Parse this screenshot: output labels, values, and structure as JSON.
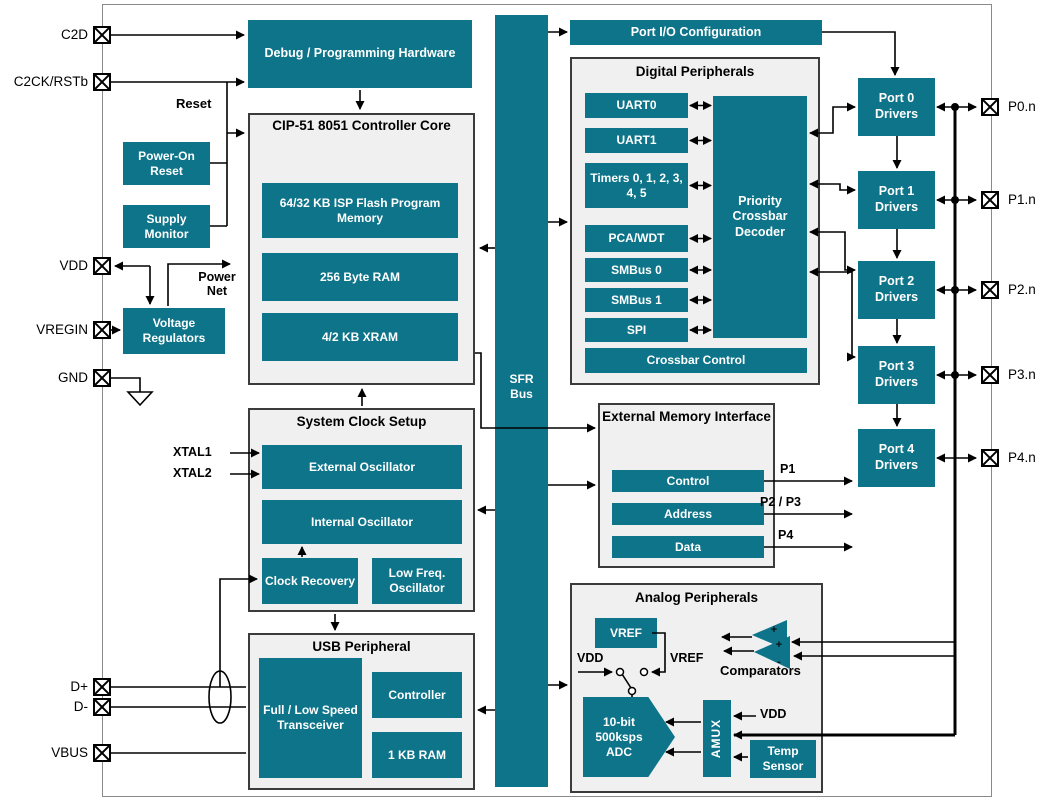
{
  "colors": {
    "teal": "#0d7489",
    "block_fill": "#f0f0f0"
  },
  "pins_left": [
    {
      "label": "C2D"
    },
    {
      "label": "C2CK/RSTb"
    },
    {
      "label": "VDD"
    },
    {
      "label": "VREGIN"
    },
    {
      "label": "GND"
    },
    {
      "label": "D+"
    },
    {
      "label": "D-"
    },
    {
      "label": "VBUS"
    }
  ],
  "pins_right": [
    {
      "label": "P0.n"
    },
    {
      "label": "P1.n"
    },
    {
      "label": "P2.n"
    },
    {
      "label": "P3.n"
    },
    {
      "label": "P4.n"
    }
  ],
  "ports": [
    {
      "label": "Port 0 Drivers"
    },
    {
      "label": "Port 1 Drivers"
    },
    {
      "label": "Port 2 Drivers"
    },
    {
      "label": "Port 3 Drivers"
    },
    {
      "label": "Port 4 Drivers"
    }
  ],
  "annotations": {
    "reset": "Reset",
    "power_net": "Power Net",
    "xtal1": "XTAL1",
    "xtal2": "XTAL2",
    "vdd_switch": "VDD",
    "vref_switch": "VREF",
    "comparators": "Comparators",
    "vdd_amux": "VDD",
    "p1": "P1",
    "p2p3": "P2 / P3",
    "p4": "P4"
  },
  "blocks": {
    "debug_hw": "Debug / Programming Hardware",
    "por": "Power-On Reset",
    "supply_monitor": "Supply Monitor",
    "vreg": "Voltage Regulators",
    "core_title": "CIP-51 8051 Controller Core",
    "flash": "64/32 KB ISP Flash Program Memory",
    "ram": "256 Byte RAM",
    "xram": "4/2 KB XRAM",
    "scs_title": "System Clock Setup",
    "ext_osc": "External Oscillator",
    "int_osc": "Internal Oscillator",
    "clock_recovery": "Clock Recovery",
    "lf_osc": "Low Freq. Oscillator",
    "usb_title": "USB Peripheral",
    "transceiver": "Full / Low Speed Transceiver",
    "usb_controller": "Controller",
    "usb_ram": "1 KB RAM",
    "sfr_bus": "SFR Bus",
    "port_io": "Port I/O Configuration",
    "digital_title": "Digital Peripherals",
    "uart0": "UART0",
    "uart1": "UART1",
    "timers": "Timers 0, 1, 2, 3, 4, 5",
    "pca": "PCA/WDT",
    "smbus0": "SMBus 0",
    "smbus1": "SMBus 1",
    "spi": "SPI",
    "crossbar_control": "Crossbar Control",
    "decoder": "Priority Crossbar Decoder",
    "emi_title": "External Memory Interface",
    "emi_control": "Control",
    "emi_address": "Address",
    "emi_data": "Data",
    "analog_title": "Analog Peripherals",
    "vref": "VREF",
    "adc": "10-bit 500ksps ADC",
    "amux": "AMUX",
    "temp_sensor": "Temp Sensor"
  }
}
